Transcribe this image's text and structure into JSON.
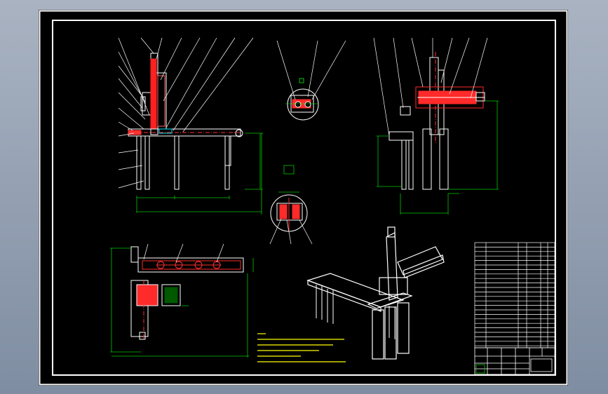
{
  "drawing": {
    "views": [
      {
        "id": "front-view"
      },
      {
        "id": "detail-i"
      },
      {
        "id": "side-view"
      },
      {
        "id": "detail-ii"
      },
      {
        "id": "top-view"
      },
      {
        "id": "isometric-view"
      }
    ],
    "colors": {
      "background": "#000000",
      "outline": "#ffffff",
      "dimension": "#00c800",
      "section": "#ff2a2a",
      "centerline": "#ff3030",
      "leader": "#ffffff",
      "notes": "#ffff00",
      "title_block": "#ffffff"
    }
  }
}
